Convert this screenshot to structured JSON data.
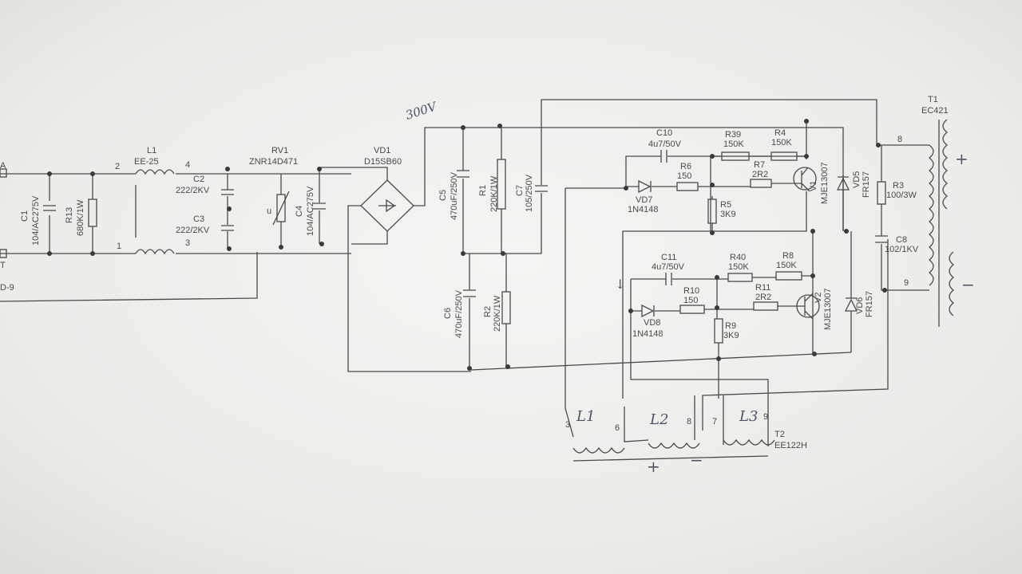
{
  "labels": {
    "conn_a": "A",
    "conn_t": "T",
    "conn_d9": "D-9",
    "c1_name": "C1",
    "c1_val": "104/AC275V",
    "r13_name": "R13",
    "r13_val": "680K/1W",
    "node2": "2",
    "node1": "1",
    "l1_name": "L1",
    "l1_val": "EE-25",
    "node4": "4",
    "node3": "3",
    "c2_name": "C2",
    "c2_val": "222/2KV",
    "c3_name": "C3",
    "c3_val": "222/2KV",
    "rv1_name": "RV1",
    "rv1_val": "ZNR14D471",
    "rv1_u": "u",
    "c4_name": "C4",
    "c4_val": "104/AC275V",
    "vd1_name": "VD1",
    "vd1_val": "D15SB60",
    "hand_300v": "300V",
    "c5_name": "C5",
    "c5_val": "470uF/250V",
    "r1_name": "R1",
    "r1_val": "220K/1W",
    "c7_name": "C7",
    "c7_val": "105/250V",
    "c6_name": "C6",
    "c6_val": "470uF/250V",
    "r2_name": "R2",
    "r2_val": "220K/1W",
    "c10_name": "C10",
    "c10_val": "4u7/50V",
    "r39_name": "R39",
    "r39_val": "150K",
    "r4_name": "R4",
    "r4_val": "150K",
    "r6_name": "R6",
    "r6_val": "150",
    "r7_name": "R7",
    "r7_val": "2R2",
    "vd7_name": "VD7",
    "vd7_val": "1N4148",
    "r5_name": "R5",
    "r5_val": "3K9",
    "v1_name": "V1",
    "v1_val": "MJE13007",
    "vd5_name": "VD5",
    "vd5_val": "FR157",
    "c11_name": "C11",
    "c11_val": "4u7/50V",
    "r40_name": "R40",
    "r40_val": "150K",
    "r8_name": "R8",
    "r8_val": "150K",
    "r10_name": "R10",
    "r10_val": "150",
    "r11_name": "R11",
    "r11_val": "2R2",
    "vd8_name": "VD8",
    "vd8_val": "1N4148",
    "r9_name": "R9",
    "r9_val": "3K9",
    "v2_name": "V2",
    "v2_val": "MJE13007",
    "vd6_name": "VD6",
    "vd6_val": "FR157",
    "t1_name": "T1",
    "t1_val": "EC421",
    "r3_name": "R3",
    "r3_val": "100/3W",
    "c8_name": "C8",
    "c8_val": "102/1KV",
    "pin8": "8",
    "pin9": "9",
    "hand_plus": "+",
    "hand_minus": "−",
    "t2_name": "T2",
    "t2_val": "EE122H",
    "t2_pin3": "3",
    "t2_pin6": "6",
    "t2_pin8": "8",
    "t2_pin7": "7",
    "t2_pin9": "9",
    "hand_l1": "L1",
    "hand_l2": "L2",
    "hand_l3": "L3",
    "hand_plus2": "+",
    "hand_minus2": "−",
    "hand_arrow": "↓"
  }
}
